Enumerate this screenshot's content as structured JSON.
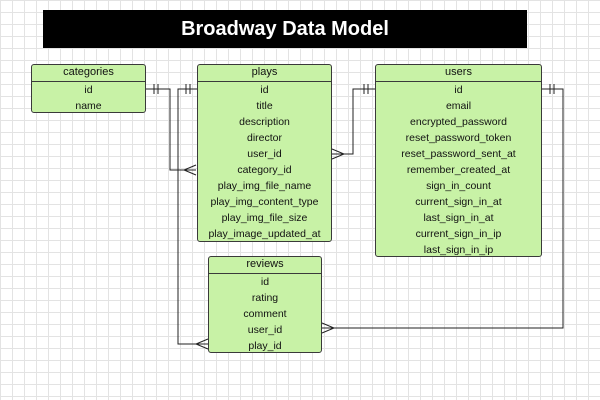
{
  "title": "Broadway Data Model",
  "entities": {
    "categories": {
      "name": "categories",
      "fields": [
        "id",
        "name"
      ]
    },
    "plays": {
      "name": "plays",
      "fields": [
        "id",
        "title",
        "description",
        "director",
        "user_id",
        "category_id",
        "play_img_file_name",
        "play_img_content_type",
        "play_img_file_size",
        "play_image_updated_at"
      ]
    },
    "users": {
      "name": "users",
      "fields": [
        "id",
        "email",
        "encrypted_password",
        "reset_password_token",
        "reset_password_sent_at",
        "remember_created_at",
        "sign_in_count",
        "current_sign_in_at",
        "last_sign_in_at",
        "current_sign_in_ip",
        "last_sign_in_ip"
      ]
    },
    "reviews": {
      "name": "reviews",
      "fields": [
        "id",
        "rating",
        "comment",
        "user_id",
        "play_id"
      ]
    }
  }
}
